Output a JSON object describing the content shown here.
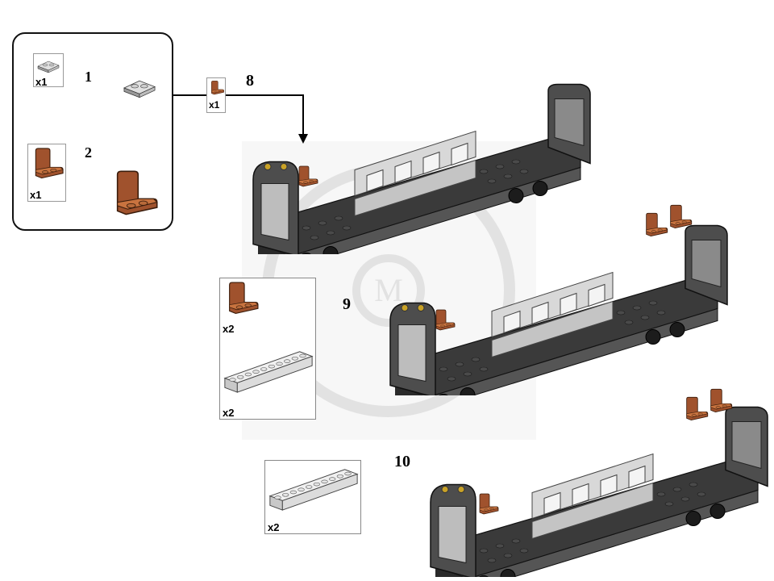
{
  "colors": {
    "dark_gray": "#3c3c3c",
    "mid_gray": "#6b6b6b",
    "light_gray": "#d4d4d4",
    "brown": "#a0522d",
    "watermark": "#eeeeee"
  },
  "subassembly": {
    "steps": [
      {
        "number": "1",
        "part_icon": "grey-plate-1x2-icon",
        "qty": "x1"
      },
      {
        "number": "2",
        "part_icon": "brown-seat-icon",
        "qty": "x1"
      }
    ]
  },
  "step8": {
    "number": "8",
    "callout_qty": "x1",
    "callout_icon": "brown-seat-callout-icon"
  },
  "step9": {
    "number": "9",
    "parts": [
      {
        "icon": "brown-seat-icon",
        "qty": "x2"
      },
      {
        "icon": "light-gray-brick-1x10-icon",
        "qty": "x2"
      }
    ]
  },
  "step10": {
    "number": "10",
    "parts": [
      {
        "icon": "light-gray-brick-1x10-icon",
        "qty": "x2"
      }
    ]
  }
}
